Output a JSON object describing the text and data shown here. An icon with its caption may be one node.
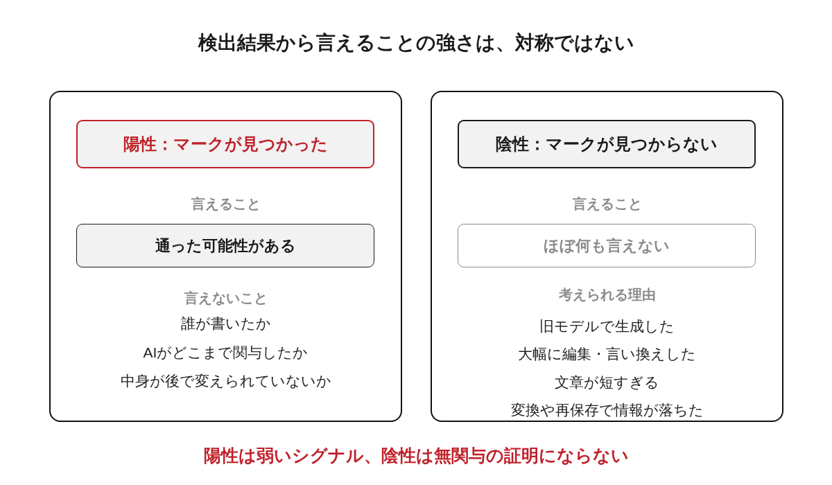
{
  "diagram": {
    "title": "検出結果から言えることの強さは、対称ではない",
    "nodes": [
      {
        "text": [
          "言えること",
          "言えないこと",
          "誰が書いたか",
          "AIがどこまで関与したか",
          "中身が後で変えられていないか"
        ]
      },
      {
        "text": [
          "陽性：マークが見つかった"
        ],
        "in": 0
      },
      {
        "text": [
          "通った可能性がある"
        ],
        "in": 0
      },
      {
        "text": [
          "言えること",
          "考えられる理由",
          "旧モデルで生成した",
          "大幅に編集・言い換えした",
          "文章が短すぎる",
          "変換や再保存で情報が落ちた"
        ]
      },
      {
        "text": [
          "陰性：マークが見つからない"
        ],
        "in": 3
      },
      {
        "text": [
          "ほぼ何も言えない"
        ],
        "in": 3
      }
    ],
    "caption": "陽性は弱いシグナル、陰性は無関与の証明にならない"
  }
}
